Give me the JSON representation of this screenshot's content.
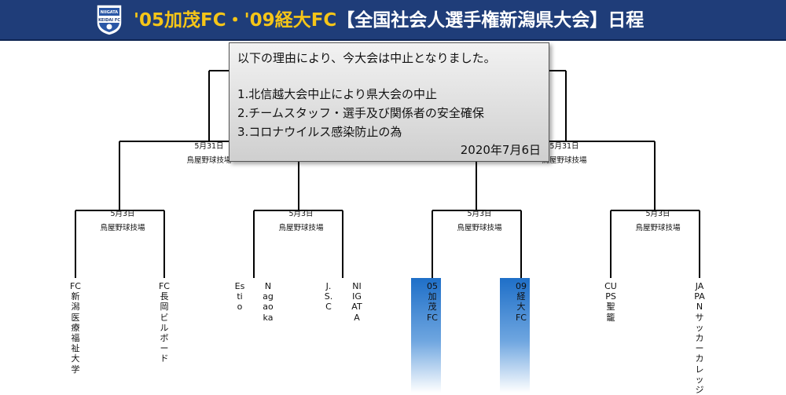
{
  "header": {
    "title_part1": "'05加茂FC・'09経大FC",
    "title_part2": "【全国社会人選手権新潟県大会】日程",
    "logo_text_top": "NIIGATA",
    "logo_text_main": "KEIDAI FC"
  },
  "notice": {
    "intro": "以下の理由により、今大会は中止となりました。",
    "reasons": [
      "1.北信越大会中止により県大会の中止",
      "2.チームスタッフ・選手及び関係者の安全確保",
      "3.コロナウイルス感染防止の為"
    ],
    "date": "2020年7月6日"
  },
  "venues": [
    {
      "date": "5月31日",
      "place": "鳥屋野球技場"
    },
    {
      "date": "5月31日",
      "place": "鳥屋野球技場"
    },
    {
      "date": "5月3日",
      "place": "鳥屋野球技場"
    },
    {
      "date": "5月3日",
      "place": "鳥屋野球技場"
    },
    {
      "date": "5月3日",
      "place": "鳥屋野球技場"
    },
    {
      "date": "5月3日",
      "place": "鳥屋野球技場"
    }
  ],
  "teams": [
    {
      "name": "FC新潟医療福祉大学",
      "highlight": false
    },
    {
      "name": "FC長岡ビルボード",
      "highlight": false
    },
    {
      "name": "Estio Nagaoka",
      "highlight": false
    },
    {
      "name": "J.S.C NIIGATA",
      "highlight": false
    },
    {
      "name": "05加茂FC",
      "highlight": true
    },
    {
      "name": "09経大FC",
      "highlight": true
    },
    {
      "name": "CUPS聖籠",
      "highlight": false
    },
    {
      "name": "JAPANサッカーカレッジ",
      "highlight": false
    }
  ],
  "colors": {
    "header_bg": "#1f3d79",
    "title_accent": "#f5c518",
    "title_text": "#ffffff",
    "highlight": "#1e6fc8"
  }
}
